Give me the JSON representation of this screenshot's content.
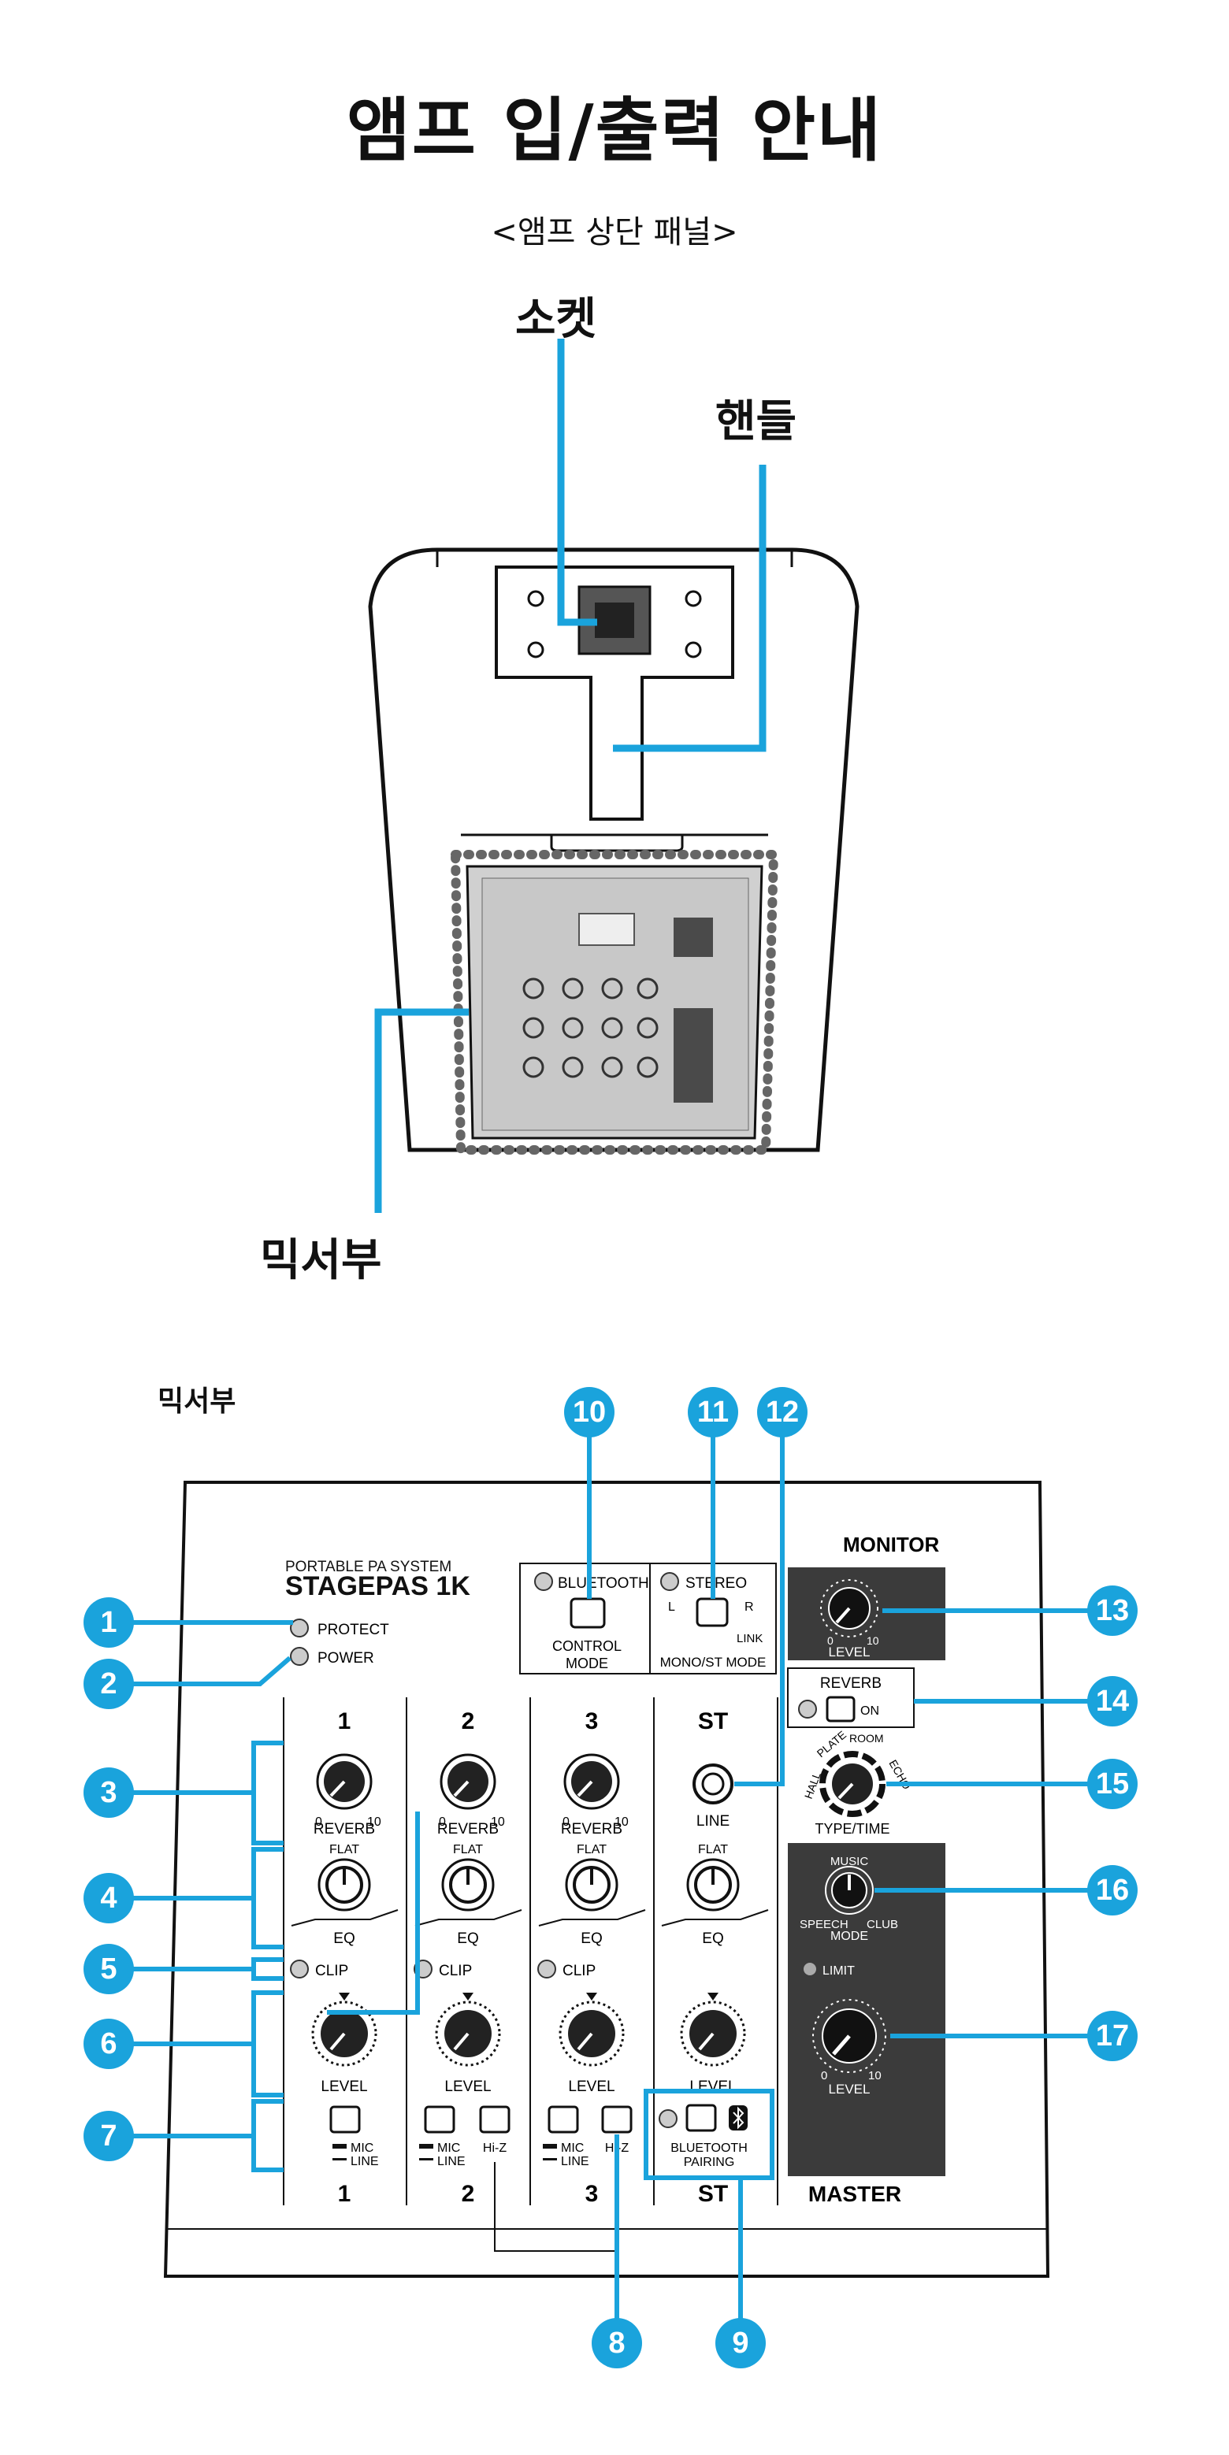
{
  "title": "앰프 입/출력 안내",
  "subtitle": "<앰프 상단 패널>",
  "top_labels": {
    "socket": "소켓",
    "handle": "핸들",
    "mixer": "믹서부"
  },
  "mixer_section_label": "믹서부",
  "brand": {
    "line1": "PORTABLE PA SYSTEM",
    "logo": "STAGEPAS 1K"
  },
  "indicators": {
    "protect": "PROTECT",
    "power": "POWER"
  },
  "bluetooth_box": {
    "label": "BLUETOOTH",
    "mode1": "CONTROL",
    "mode2": "MODE"
  },
  "stereo_box": {
    "label": "STEREO",
    "l": "L",
    "r": "R",
    "link": "LINK",
    "mode": "MONO/ST MODE"
  },
  "channels": [
    "1",
    "2",
    "3",
    "ST"
  ],
  "knob_labels": {
    "reverb": "REVERB",
    "flat": "FLAT",
    "eq": "EQ",
    "clip": "CLIP",
    "level": "LEVEL",
    "scale_min": "0",
    "scale_max": "10",
    "line": "LINE"
  },
  "switch_labels": {
    "mic": "MIC",
    "line": "LINE",
    "hiz": "Hi-Z",
    "bt_pairing1": "BLUETOOTH",
    "bt_pairing2": "PAIRING"
  },
  "monitor": {
    "title": "MONITOR",
    "level": "LEVEL"
  },
  "reverb_panel": {
    "title": "REVERB",
    "on": "ON",
    "types": [
      "HALL",
      "PLATE",
      "ROOM",
      "ECHO"
    ],
    "type_time": "TYPE/TIME"
  },
  "master": {
    "title": "MASTER",
    "music": "MUSIC",
    "speech": "SPEECH",
    "club": "CLUB",
    "mode": "MODE",
    "limit": "LIMIT",
    "level": "LEVEL"
  },
  "callouts": [
    "1",
    "2",
    "3",
    "4",
    "5",
    "6",
    "7",
    "8",
    "9",
    "10",
    "11",
    "12",
    "13",
    "14",
    "15",
    "16",
    "17"
  ],
  "colors": {
    "accent": "#1aa3dc",
    "panel_dark": "#3b3b3b",
    "gray_panel": "#c9c9c9"
  }
}
